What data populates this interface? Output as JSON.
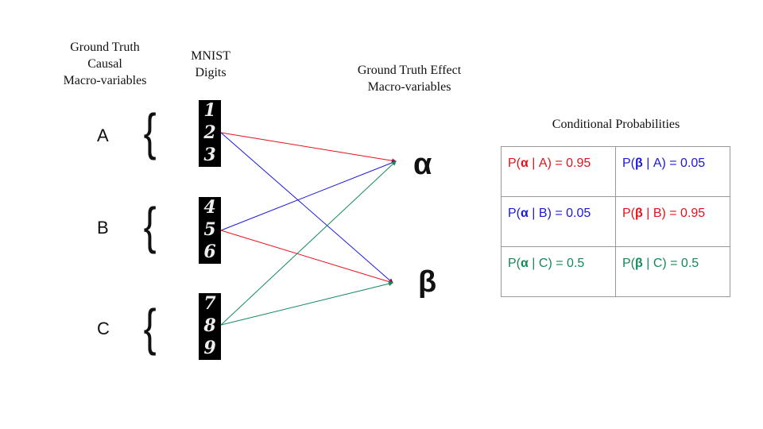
{
  "headers": {
    "causal": [
      "Ground Truth",
      "Causal",
      "Macro-variables"
    ],
    "mnist": [
      "MNIST",
      "Digits"
    ],
    "effect": [
      "Ground Truth Effect",
      "Macro-variables"
    ],
    "table_title": "Conditional Probabilities"
  },
  "causes": [
    {
      "label": "A",
      "digits": [
        "1",
        "2",
        "3"
      ]
    },
    {
      "label": "B",
      "digits": [
        "4",
        "5",
        "6"
      ]
    },
    {
      "label": "C",
      "digits": [
        "7",
        "8",
        "9"
      ]
    }
  ],
  "brace": "{",
  "effects": [
    "α",
    "β"
  ],
  "colors": {
    "red": "#e8101a",
    "blue": "#1a17e0",
    "green": "#128a5a"
  },
  "arrows": [
    {
      "from": "2",
      "to": "α",
      "color": "red"
    },
    {
      "from": "2",
      "to": "β",
      "color": "blue"
    },
    {
      "from": "5",
      "to": "α",
      "color": "blue"
    },
    {
      "from": "5",
      "to": "β",
      "color": "red"
    },
    {
      "from": "8",
      "to": "α",
      "color": "green"
    },
    {
      "from": "8",
      "to": "β",
      "color": "green"
    }
  ],
  "table": [
    [
      {
        "pre": "P(",
        "sym": "α",
        "post": " | A) = 0.95",
        "color": "red"
      },
      {
        "pre": "P(",
        "sym": "β",
        "post": " | A) = 0.05",
        "color": "blue"
      }
    ],
    [
      {
        "pre": "P(",
        "sym": "α",
        "post": " | B) = 0.05",
        "color": "blue"
      },
      {
        "pre": "P(",
        "sym": "β",
        "post": " | B) = 0.95",
        "color": "red"
      }
    ],
    [
      {
        "pre": "P(",
        "sym": "α",
        "post": " | C) = 0.5",
        "color": "green"
      },
      {
        "pre": "P(",
        "sym": "β",
        "post": " | C) = 0.5",
        "color": "green"
      }
    ]
  ]
}
